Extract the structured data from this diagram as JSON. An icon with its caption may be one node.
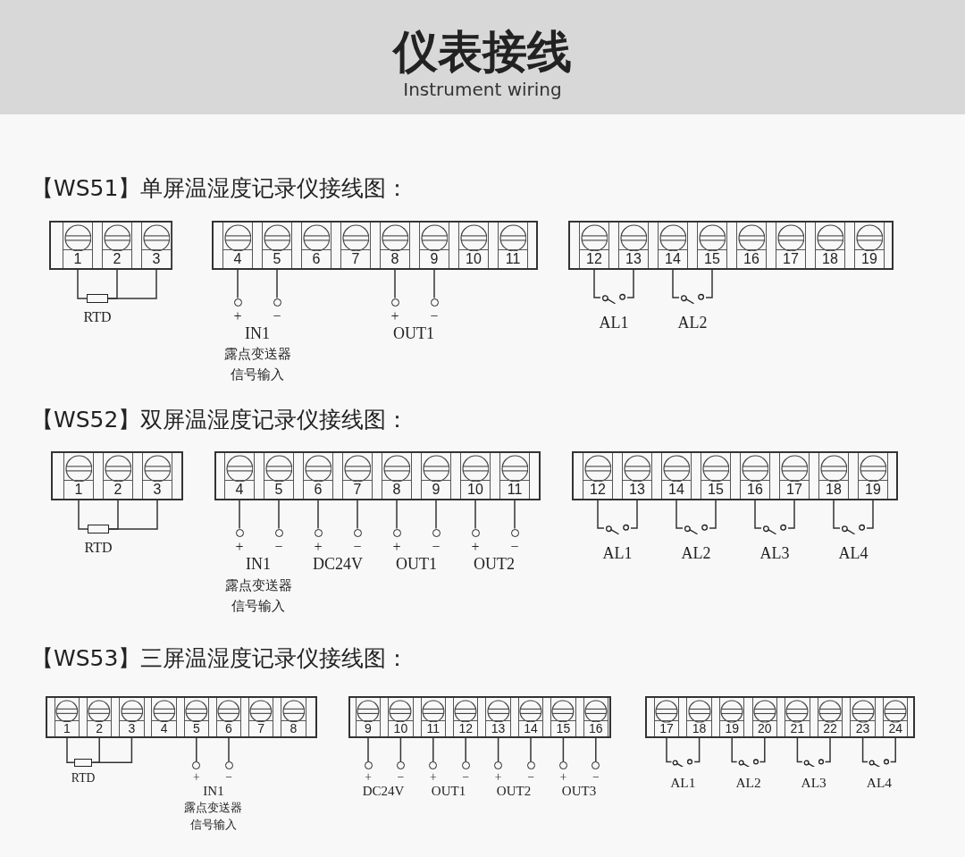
{
  "diagram": {
    "title": "仪表接线",
    "nodes": [
      {
        "text": [],
        "shape": "box"
      },
      {
        "text": [
          "1"
        ],
        "in": 0
      },
      {
        "text": [
          "2"
        ],
        "in": 0
      },
      {
        "text": [
          "3"
        ],
        "in": 0
      },
      {
        "text": [],
        "shape": "box"
      },
      {
        "text": [
          "4"
        ],
        "in": 4
      },
      {
        "text": [
          "5"
        ],
        "in": 4
      },
      {
        "text": [
          "6"
        ],
        "in": 4
      },
      {
        "text": [
          "7"
        ],
        "in": 4
      },
      {
        "text": [
          "8"
        ],
        "in": 4
      },
      {
        "text": [
          "9"
        ],
        "in": 4
      },
      {
        "text": [
          "10"
        ],
        "in": 4
      },
      {
        "text": [
          "11"
        ],
        "in": 4
      },
      {
        "text": [],
        "shape": "box"
      },
      {
        "text": [
          "12"
        ],
        "in": 13
      },
      {
        "text": [
          "13"
        ],
        "in": 13
      },
      {
        "text": [
          "14"
        ],
        "in": 13
      },
      {
        "text": [
          "15"
        ],
        "in": 13
      },
      {
        "text": [
          "16"
        ],
        "in": 13
      },
      {
        "text": [
          "17"
        ],
        "in": 13
      },
      {
        "text": [
          "18"
        ],
        "in": 13
      },
      {
        "text": [
          "19"
        ],
        "in": 13
      },
      {
        "text": [],
        "shape": "resistor",
        "beside": [
          "RTD"
        ]
      },
      {
        "text": [],
        "shape": "circle",
        "beside": [
          "+"
        ]
      },
      {
        "text": [],
        "shape": "circle",
        "beside": [
          "−"
        ]
      },
      {
        "text": [],
        "shape": "circle",
        "beside": [
          "+"
        ]
      },
      {
        "text": [],
        "shape": "circle",
        "beside": [
          "−"
        ]
      },
      {
        "text": [],
        "shape": "switch",
        "beside": [
          "AL1"
        ]
      },
      {
        "text": [],
        "shape": "switch",
        "beside": [
          "AL2"
        ]
      },
      {
        "text": [],
        "shape": "box"
      },
      {
        "text": [
          "1"
        ],
        "in": 29
      },
      {
        "text": [
          "2"
        ],
        "in": 29
      },
      {
        "text": [
          "3"
        ],
        "in": 29
      },
      {
        "text": [],
        "shape": "box"
      },
      {
        "text": [
          "4"
        ],
        "in": 33
      },
      {
        "text": [
          "5"
        ],
        "in": 33
      },
      {
        "text": [
          "6"
        ],
        "in": 33
      },
      {
        "text": [
          "7"
        ],
        "in": 33
      },
      {
        "text": [
          "8"
        ],
        "in": 33
      },
      {
        "text": [
          "9"
        ],
        "in": 33
      },
      {
        "text": [
          "10"
        ],
        "in": 33
      },
      {
        "text": [
          "11"
        ],
        "in": 33
      },
      {
        "text": [],
        "shape": "box"
      },
      {
        "text": [
          "12"
        ],
        "in": 42
      },
      {
        "text": [
          "13"
        ],
        "in": 42
      },
      {
        "text": [
          "14"
        ],
        "in": 42
      },
      {
        "text": [
          "15"
        ],
        "in": 42
      },
      {
        "text": [
          "16"
        ],
        "in": 42
      },
      {
        "text": [
          "17"
        ],
        "in": 42
      },
      {
        "text": [
          "18"
        ],
        "in": 42
      },
      {
        "text": [
          "19"
        ],
        "in": 42
      },
      {
        "text": [],
        "shape": "resistor",
        "beside": [
          "RTD"
        ]
      },
      {
        "text": [],
        "shape": "circle",
        "beside": [
          "+"
        ]
      },
      {
        "text": [],
        "shape": "circle",
        "beside": [
          "−"
        ]
      },
      {
        "text": [],
        "shape": "circle",
        "beside": [
          "+"
        ]
      },
      {
        "text": [],
        "shape": "circle",
        "beside": [
          "−"
        ]
      },
      {
        "text": [],
        "shape": "circle",
        "beside": [
          "+"
        ]
      },
      {
        "text": [],
        "shape": "circle",
        "beside": [
          "−"
        ]
      },
      {
        "text": [],
        "shape": "circle",
        "beside": [
          "+"
        ]
      },
      {
        "text": [],
        "shape": "circle",
        "beside": [
          "−"
        ]
      },
      {
        "text": [],
        "shape": "switch",
        "beside": [
          "AL1"
        ]
      },
      {
        "text": [],
        "shape": "switch",
        "beside": [
          "AL2"
        ]
      },
      {
        "text": [],
        "shape": "switch",
        "beside": [
          "AL3"
        ]
      },
      {
        "text": [],
        "shape": "switch",
        "beside": [
          "AL4"
        ]
      },
      {
        "text": [],
        "shape": "box"
      },
      {
        "text": [
          "1"
        ],
        "in": 64
      },
      {
        "text": [
          "2"
        ],
        "in": 64
      },
      {
        "text": [
          "3"
        ],
        "in": 64
      },
      {
        "text": [
          "4"
        ],
        "in": 64
      },
      {
        "text": [
          "5"
        ],
        "in": 64
      },
      {
        "text": [
          "6"
        ],
        "in": 64
      },
      {
        "text": [
          "7"
        ],
        "in": 64
      },
      {
        "text": [
          "8"
        ],
        "in": 64
      },
      {
        "text": [],
        "shape": "box"
      },
      {
        "text": [
          "9"
        ],
        "in": 73
      },
      {
        "text": [
          "10"
        ],
        "in": 73
      },
      {
        "text": [
          "11"
        ],
        "in": 73
      },
      {
        "text": [
          "12"
        ],
        "in": 73
      },
      {
        "text": [
          "13"
        ],
        "in": 73
      },
      {
        "text": [
          "14"
        ],
        "in": 73
      },
      {
        "text": [
          "15"
        ],
        "in": 73
      },
      {
        "text": [
          "16"
        ],
        "in": 73
      },
      {
        "text": [],
        "shape": "box"
      },
      {
        "text": [
          "17"
        ],
        "in": 82
      },
      {
        "text": [
          "18"
        ],
        "in": 82
      },
      {
        "text": [
          "19"
        ],
        "in": 82
      },
      {
        "text": [
          "20"
        ],
        "in": 82
      },
      {
        "text": [
          "21"
        ],
        "in": 82
      },
      {
        "text": [
          "22"
        ],
        "in": 82
      },
      {
        "text": [
          "23"
        ],
        "in": 82
      },
      {
        "text": [
          "24"
        ],
        "in": 82
      },
      {
        "text": [],
        "shape": "resistor",
        "beside": [
          "RTD"
        ]
      },
      {
        "text": [],
        "shape": "circle",
        "beside": [
          "+"
        ]
      },
      {
        "text": [],
        "shape": "circle",
        "beside": [
          "−"
        ]
      },
      {
        "text": [],
        "shape": "circle",
        "beside": [
          "+"
        ]
      },
      {
        "text": [],
        "shape": "circle",
        "beside": [
          "−"
        ]
      },
      {
        "text": [],
        "shape": "circle",
        "beside": [
          "+"
        ]
      },
      {
        "text": [],
        "shape": "circle",
        "beside": [
          "−"
        ]
      },
      {
        "text": [],
        "shape": "circle",
        "beside": [
          "+"
        ]
      },
      {
        "text": [],
        "shape": "circle",
        "beside": [
          "−"
        ]
      },
      {
        "text": [],
        "shape": "circle",
        "beside": [
          "+"
        ]
      },
      {
        "text": [],
        "shape": "circle",
        "beside": [
          "−"
        ]
      },
      {
        "text": [],
        "shape": "switch",
        "beside": [
          "AL1"
        ]
      },
      {
        "text": [],
        "shape": "switch",
        "beside": [
          "AL2"
        ]
      },
      {
        "text": [],
        "shape": "switch",
        "beside": [
          "AL3"
        ]
      },
      {
        "text": [],
        "shape": "switch",
        "beside": [
          "AL4"
        ]
      }
    ],
    "edges": [
      {
        "from": 1,
        "to": 22,
        "arrow": "none"
      },
      {
        "from": 2,
        "to": 22,
        "arrow": "none"
      },
      {
        "from": 3,
        "to": 22,
        "arrow": "none"
      },
      {
        "from": 5,
        "to": 23,
        "arrow": "none"
      },
      {
        "from": 6,
        "to": 24,
        "arrow": "none"
      },
      {
        "from": 9,
        "to": 25,
        "arrow": "none"
      },
      {
        "from": 10,
        "to": 26,
        "arrow": "none"
      },
      {
        "from": 14,
        "to": 27,
        "arrow": "none"
      },
      {
        "from": 15,
        "to": 27,
        "arrow": "none"
      },
      {
        "from": 16,
        "to": 28,
        "arrow": "none"
      },
      {
        "from": 17,
        "to": 28,
        "arrow": "none"
      },
      {
        "from": 30,
        "to": 51,
        "arrow": "none"
      },
      {
        "from": 31,
        "to": 51,
        "arrow": "none"
      },
      {
        "from": 32,
        "to": 51,
        "arrow": "none"
      },
      {
        "from": 34,
        "to": 52,
        "arrow": "none"
      },
      {
        "from": 35,
        "to": 53,
        "arrow": "none"
      },
      {
        "from": 36,
        "to": 54,
        "arrow": "none"
      },
      {
        "from": 37,
        "to": 55,
        "arrow": "none"
      },
      {
        "from": 38,
        "to": 56,
        "arrow": "none"
      },
      {
        "from": 39,
        "to": 57,
        "arrow": "none"
      },
      {
        "from": 40,
        "to": 58,
        "arrow": "none"
      },
      {
        "from": 41,
        "to": 59,
        "arrow": "none"
      },
      {
        "from": 43,
        "to": 60,
        "arrow": "none"
      },
      {
        "from": 44,
        "to": 60,
        "arrow": "none"
      },
      {
        "from": 45,
        "to": 61,
        "arrow": "none"
      },
      {
        "from": 46,
        "to": 61,
        "arrow": "none"
      },
      {
        "from": 47,
        "to": 62,
        "arrow": "none"
      },
      {
        "from": 48,
        "to": 62,
        "arrow": "none"
      },
      {
        "from": 49,
        "to": 63,
        "arrow": "none"
      },
      {
        "from": 50,
        "to": 63,
        "arrow": "none"
      },
      {
        "from": 65,
        "to": 91,
        "arrow": "none"
      },
      {
        "from": 66,
        "to": 91,
        "arrow": "none"
      },
      {
        "from": 67,
        "to": 91,
        "arrow": "none"
      },
      {
        "from": 69,
        "to": 92,
        "arrow": "none"
      },
      {
        "from": 70,
        "to": 93,
        "arrow": "none"
      },
      {
        "from": 74,
        "to": 94,
        "arrow": "none"
      },
      {
        "from": 75,
        "to": 95,
        "arrow": "none"
      },
      {
        "from": 76,
        "to": 96,
        "arrow": "none"
      },
      {
        "from": 77,
        "to": 97,
        "arrow": "none"
      },
      {
        "from": 78,
        "to": 98,
        "arrow": "none"
      },
      {
        "from": 79,
        "to": 99,
        "arrow": "none"
      },
      {
        "from": 80,
        "to": 100,
        "arrow": "none"
      },
      {
        "from": 81,
        "to": 101,
        "arrow": "none"
      },
      {
        "from": 83,
        "to": 102,
        "arrow": "none"
      },
      {
        "from": 84,
        "to": 102,
        "arrow": "none"
      },
      {
        "from": 85,
        "to": 103,
        "arrow": "none"
      },
      {
        "from": 86,
        "to": 103,
        "arrow": "none"
      },
      {
        "from": 87,
        "to": 104,
        "arrow": "none"
      },
      {
        "from": 88,
        "to": 104,
        "arrow": "none"
      },
      {
        "from": 89,
        "to": 105,
        "arrow": "none"
      },
      {
        "from": 90,
        "to": 105,
        "arrow": "none"
      }
    ],
    "labels": [
      "Instrument wiring",
      "【WS51】单屏温湿度记录仪接线图：",
      "IN1",
      "露点变送器信号输入",
      "OUT1",
      "【WS52】双屏温湿度记录仪接线图：",
      "IN1",
      "DC24V",
      "OUT1",
      "OUT2",
      "露点变送器信号输入",
      "【WS53】三屏温湿度记录仪接线图：",
      "IN1",
      "DC24V",
      "OUT1",
      "OUT2",
      "OUT3",
      "露点变送器信号输入"
    ]
  }
}
